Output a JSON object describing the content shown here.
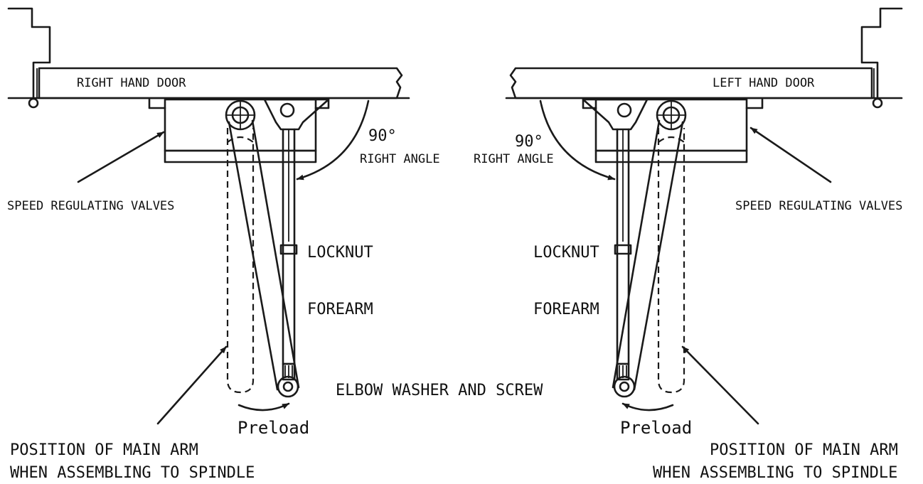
{
  "labels": {
    "right_door": "RIGHT HAND DOOR",
    "left_door": "LEFT HAND DOOR",
    "angle_value": "90°",
    "right_angle": "RIGHT ANGLE",
    "speed_valves": "SPEED REGULATING VALVES",
    "locknut": "LOCKNUT",
    "forearm": "FOREARM",
    "elbow": "ELBOW WASHER AND SCREW",
    "preload": "Preload",
    "position_line1": "POSITION OF MAIN ARM",
    "position_line2": "WHEN ASSEMBLING TO SPINDLE"
  }
}
